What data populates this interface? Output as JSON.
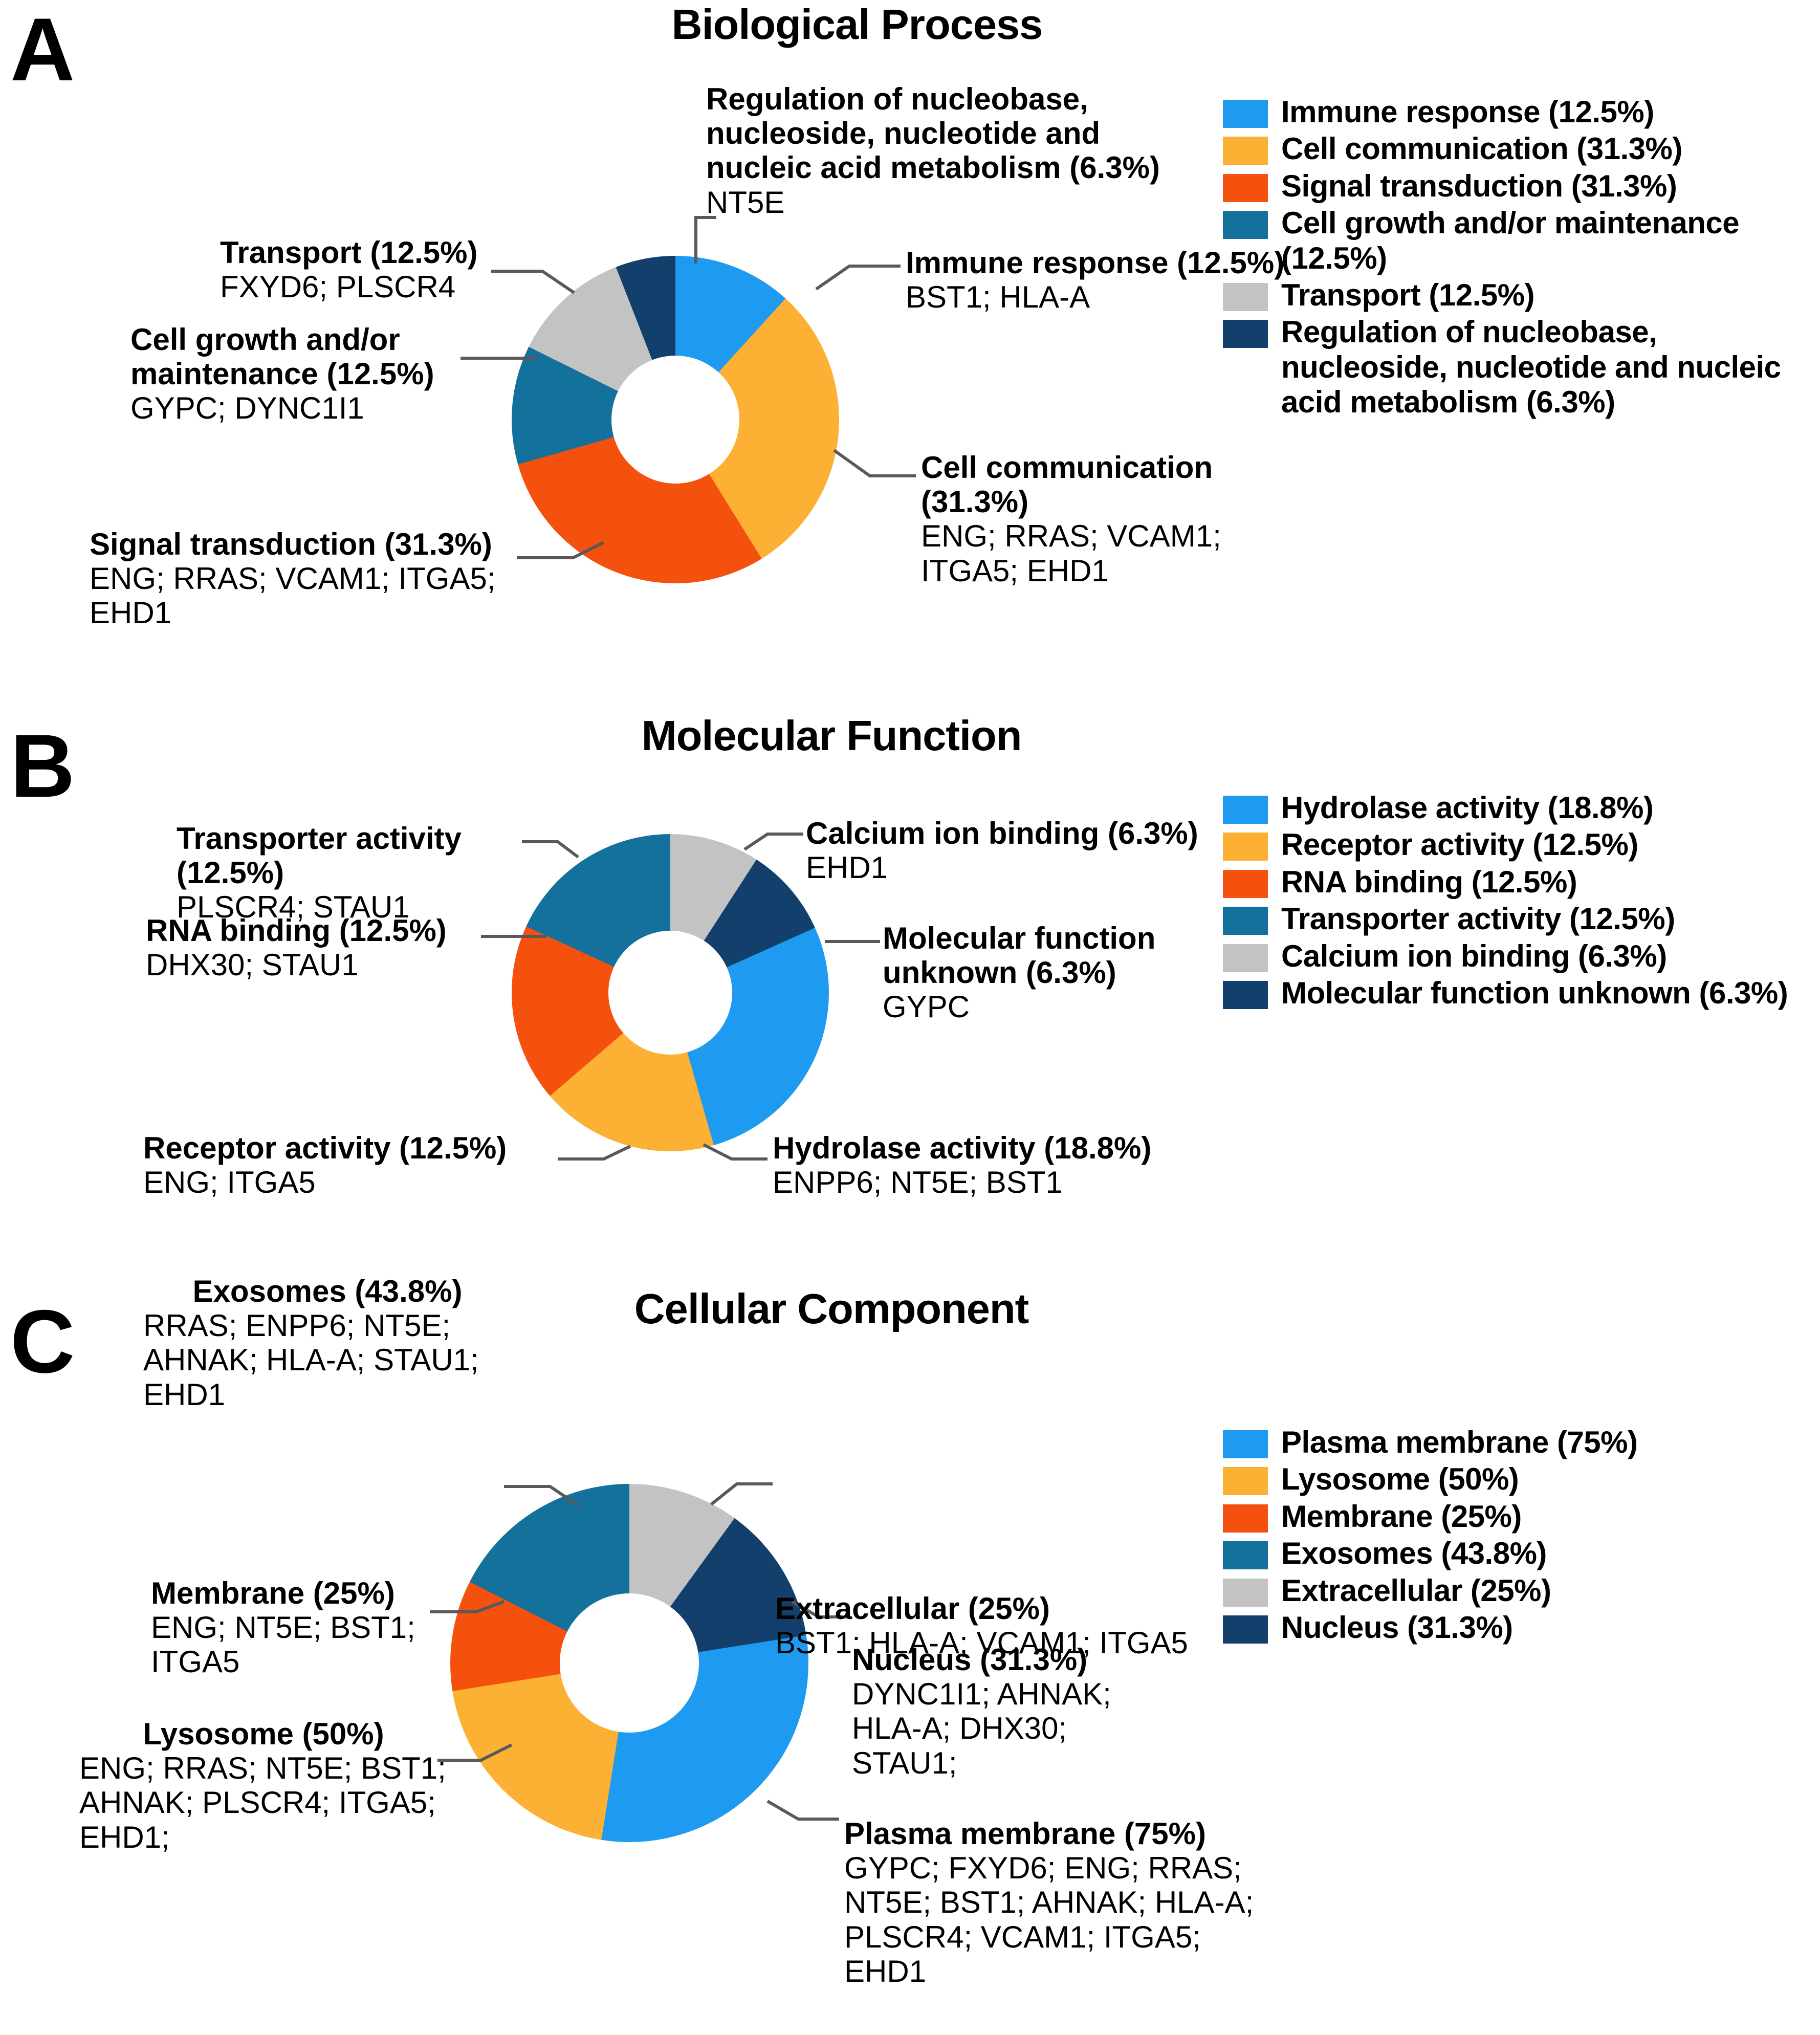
{
  "palette": {
    "light_blue": "#1E9BF0",
    "amber": "#FCB034",
    "red_orange": "#F4500E",
    "teal": "#14719B",
    "gray": "#C3C3C3",
    "navy": "#123F6B"
  },
  "panels": [
    {
      "letter": "A",
      "title": "Biological Process",
      "legend": [
        {
          "color": "#1E9BF0",
          "label": "Immune response (12.5%)"
        },
        {
          "color": "#FCB034",
          "label": "Cell communication (31.3%)"
        },
        {
          "color": "#F4500E",
          "label": "Signal transduction (31.3%)"
        },
        {
          "color": "#14719B",
          "label": "Cell growth and/or maintenance (12.5%)"
        },
        {
          "color": "#C3C3C3",
          "label": "Transport (12.5%)"
        },
        {
          "color": "#123F6B",
          "label": "Regulation of nucleobase, nucleoside, nucleotide and nucleic acid metabolism (6.3%)"
        }
      ],
      "callouts": [
        {
          "name": "regulation-nucleobase",
          "head": "Regulation of nucleobase, nucleoside, nucleotide and nucleic acid metabolism (6.3%)",
          "genes": "NT5E"
        },
        {
          "name": "immune-response",
          "head": "Immune response (12.5%)",
          "genes": "BST1; HLA-A"
        },
        {
          "name": "cell-communication",
          "head": "Cell communication (31.3%)",
          "genes": "ENG; RRAS; VCAM1; ITGA5; EHD1"
        },
        {
          "name": "transport",
          "head": "Transport (12.5%)",
          "genes": "FXYD6; PLSCR4"
        },
        {
          "name": "cell-growth",
          "head": "Cell growth and/or maintenance (12.5%)",
          "genes": "GYPC; DYNC1I1"
        },
        {
          "name": "signal-transduction",
          "head": "Signal transduction (31.3%)",
          "genes": "ENG; RRAS; VCAM1; ITGA5; EHD1"
        }
      ]
    },
    {
      "letter": "B",
      "title": "Molecular Function",
      "legend": [
        {
          "color": "#1E9BF0",
          "label": "Hydrolase activity (18.8%)"
        },
        {
          "color": "#FCB034",
          "label": "Receptor activity (12.5%)"
        },
        {
          "color": "#F4500E",
          "label": "RNA binding (12.5%)"
        },
        {
          "color": "#14719B",
          "label": "Transporter activity (12.5%)"
        },
        {
          "color": "#C3C3C3",
          "label": "Calcium ion binding (6.3%)"
        },
        {
          "color": "#123F6B",
          "label": "Molecular  function  unknown (6.3%)"
        }
      ],
      "callouts": [
        {
          "name": "transporter-activity",
          "head": "Transporter activity (12.5%)",
          "genes": "PLSCR4; STAU1"
        },
        {
          "name": "rna-binding",
          "head": "RNA binding (12.5%)",
          "genes": "DHX30; STAU1"
        },
        {
          "name": "receptor-activity",
          "head": "Receptor activity (12.5%)",
          "genes": "ENG; ITGA5"
        },
        {
          "name": "calcium-ion-binding",
          "head": "Calcium ion binding (6.3%)",
          "genes": "EHD1"
        },
        {
          "name": "molecular-function-unknown",
          "head": "Molecular   function unknown (6.3%)",
          "genes": "GYPC"
        },
        {
          "name": "hydrolase-activity",
          "head": "Hydrolase activity (18.8%)",
          "genes": "ENPP6; NT5E; BST1"
        }
      ]
    },
    {
      "letter": "C",
      "title": "Cellular Component",
      "legend": [
        {
          "color": "#1E9BF0",
          "label": "Plasma membrane (75%)"
        },
        {
          "color": "#FCB034",
          "label": "Lysosome (50%)"
        },
        {
          "color": "#F4500E",
          "label": "Membrane (25%)"
        },
        {
          "color": "#14719B",
          "label": "Exosomes (43.8%)"
        },
        {
          "color": "#C3C3C3",
          "label": "Extracellular (25%)"
        },
        {
          "color": "#123F6B",
          "label": "Nucleus (31.3%)"
        }
      ],
      "callouts": [
        {
          "name": "exosomes",
          "head": "Exosomes (43.8%)",
          "genes": "RRAS;   ENPP6;   NT5E; AHNAK; HLA-A; STAU1; EHD1"
        },
        {
          "name": "membrane",
          "head": "Membrane (25%)",
          "genes": "ENG; NT5E; BST1; ITGA5"
        },
        {
          "name": "lysosome",
          "head": "Lysosome (50%)",
          "genes": "ENG;    RRAS;    NT5E; BST1; AHNAK; PLSCR4; ITGA5; EHD1;"
        },
        {
          "name": "extracellular",
          "head": "Extracellular (25%)",
          "genes": "BST1; HLA-A; VCAM1; ITGA5"
        },
        {
          "name": "nucleus",
          "head": "Nucleus (31.3%)",
          "genes": "DYNC1I1; AHNAK;   HLA-A; DHX30; STAU1;"
        },
        {
          "name": "plasma-membrane",
          "head": "Plasma membrane (75%)",
          "genes": "GYPC; FXYD6; ENG; RRAS; NT5E; BST1; AHNAK; HLA-A; PLSCR4; VCAM1; ITGA5; EHD1"
        }
      ]
    }
  ],
  "chart_data": [
    {
      "type": "pie",
      "title": "Biological Process",
      "panel": "A",
      "donut": true,
      "inner_radius_fraction": 0.37,
      "start_angle_deg": 0,
      "direction": "clockwise",
      "legend_position": "right",
      "categories": [
        "Immune response",
        "Cell communication",
        "Signal transduction",
        "Cell growth and/or maintenance",
        "Transport",
        "Regulation of nucleobase, nucleoside, nucleotide and nucleic acid metabolism"
      ],
      "values": [
        12.5,
        31.3,
        31.3,
        12.5,
        12.5,
        6.3
      ],
      "unit": "percent",
      "colors": [
        "#1E9BF0",
        "#FCB034",
        "#F4500E",
        "#14719B",
        "#C3C3C3",
        "#123F6B"
      ],
      "slice_order_from_12oclock_clockwise": [
        "Immune response",
        "Cell communication",
        "Signal transduction",
        "Cell growth and/or maintenance",
        "Transport",
        "Regulation of nucleobase, nucleoside, nucleotide and nucleic acid metabolism"
      ],
      "annotations": [
        {
          "category": "Immune response",
          "genes": [
            "BST1",
            "HLA-A"
          ]
        },
        {
          "category": "Cell communication",
          "genes": [
            "ENG",
            "RRAS",
            "VCAM1",
            "ITGA5",
            "EHD1"
          ]
        },
        {
          "category": "Signal transduction",
          "genes": [
            "ENG",
            "RRAS",
            "VCAM1",
            "ITGA5",
            "EHD1"
          ]
        },
        {
          "category": "Cell growth and/or maintenance",
          "genes": [
            "GYPC",
            "DYNC1I1"
          ]
        },
        {
          "category": "Transport",
          "genes": [
            "FXYD6",
            "PLSCR4"
          ]
        },
        {
          "category": "Regulation of nucleobase, nucleoside, nucleotide and nucleic acid metabolism",
          "genes": [
            "NT5E"
          ]
        }
      ]
    },
    {
      "type": "pie",
      "title": "Molecular Function",
      "panel": "B",
      "donut": true,
      "inner_radius_fraction": 0.37,
      "start_angle_deg": 0,
      "direction": "clockwise",
      "legend_position": "right",
      "categories": [
        "Hydrolase activity",
        "Receptor activity",
        "RNA binding",
        "Transporter activity",
        "Calcium ion binding",
        "Molecular function unknown"
      ],
      "values": [
        18.8,
        12.5,
        12.5,
        12.5,
        6.3,
        6.3
      ],
      "unit": "percent",
      "colors": [
        "#1E9BF0",
        "#FCB034",
        "#F4500E",
        "#14719B",
        "#C3C3C3",
        "#123F6B"
      ],
      "slice_order_from_12oclock_clockwise": [
        "Calcium ion binding",
        "Molecular function unknown",
        "Hydrolase activity",
        "Receptor activity",
        "RNA binding",
        "Transporter activity"
      ],
      "annotations": [
        {
          "category": "Hydrolase activity",
          "genes": [
            "ENPP6",
            "NT5E",
            "BST1"
          ]
        },
        {
          "category": "Receptor activity",
          "genes": [
            "ENG",
            "ITGA5"
          ]
        },
        {
          "category": "RNA binding",
          "genes": [
            "DHX30",
            "STAU1"
          ]
        },
        {
          "category": "Transporter activity",
          "genes": [
            "PLSCR4",
            "STAU1"
          ]
        },
        {
          "category": "Calcium ion binding",
          "genes": [
            "EHD1"
          ]
        },
        {
          "category": "Molecular function unknown",
          "genes": [
            "GYPC"
          ]
        }
      ]
    },
    {
      "type": "pie",
      "title": "Cellular Component",
      "panel": "C",
      "donut": true,
      "inner_radius_fraction": 0.37,
      "start_angle_deg": 0,
      "direction": "clockwise",
      "legend_position": "right",
      "categories": [
        "Plasma membrane",
        "Lysosome",
        "Membrane",
        "Exosomes",
        "Extracellular",
        "Nucleus"
      ],
      "values": [
        75,
        50,
        25,
        43.8,
        25,
        31.3
      ],
      "unit": "percent",
      "colors": [
        "#1E9BF0",
        "#FCB034",
        "#F4500E",
        "#14719B",
        "#C3C3C3",
        "#123F6B"
      ],
      "slice_order_from_12oclock_clockwise": [
        "Extracellular",
        "Nucleus",
        "Plasma membrane",
        "Lysosome",
        "Membrane",
        "Exosomes"
      ],
      "annotations": [
        {
          "category": "Plasma membrane",
          "genes": [
            "GYPC",
            "FXYD6",
            "ENG",
            "RRAS",
            "NT5E",
            "BST1",
            "AHNAK",
            "HLA-A",
            "PLSCR4",
            "VCAM1",
            "ITGA5",
            "EHD1"
          ]
        },
        {
          "category": "Lysosome",
          "genes": [
            "ENG",
            "RRAS",
            "NT5E",
            "BST1",
            "AHNAK",
            "PLSCR4",
            "ITGA5",
            "EHD1"
          ]
        },
        {
          "category": "Membrane",
          "genes": [
            "ENG",
            "NT5E",
            "BST1",
            "ITGA5"
          ]
        },
        {
          "category": "Exosomes",
          "genes": [
            "RRAS",
            "ENPP6",
            "NT5E",
            "AHNAK",
            "HLA-A",
            "STAU1",
            "EHD1"
          ]
        },
        {
          "category": "Extracellular",
          "genes": [
            "BST1",
            "HLA-A",
            "VCAM1",
            "ITGA5"
          ]
        },
        {
          "category": "Nucleus",
          "genes": [
            "DYNC1I1",
            "AHNAK",
            "HLA-A",
            "DHX30",
            "STAU1"
          ]
        }
      ]
    }
  ]
}
